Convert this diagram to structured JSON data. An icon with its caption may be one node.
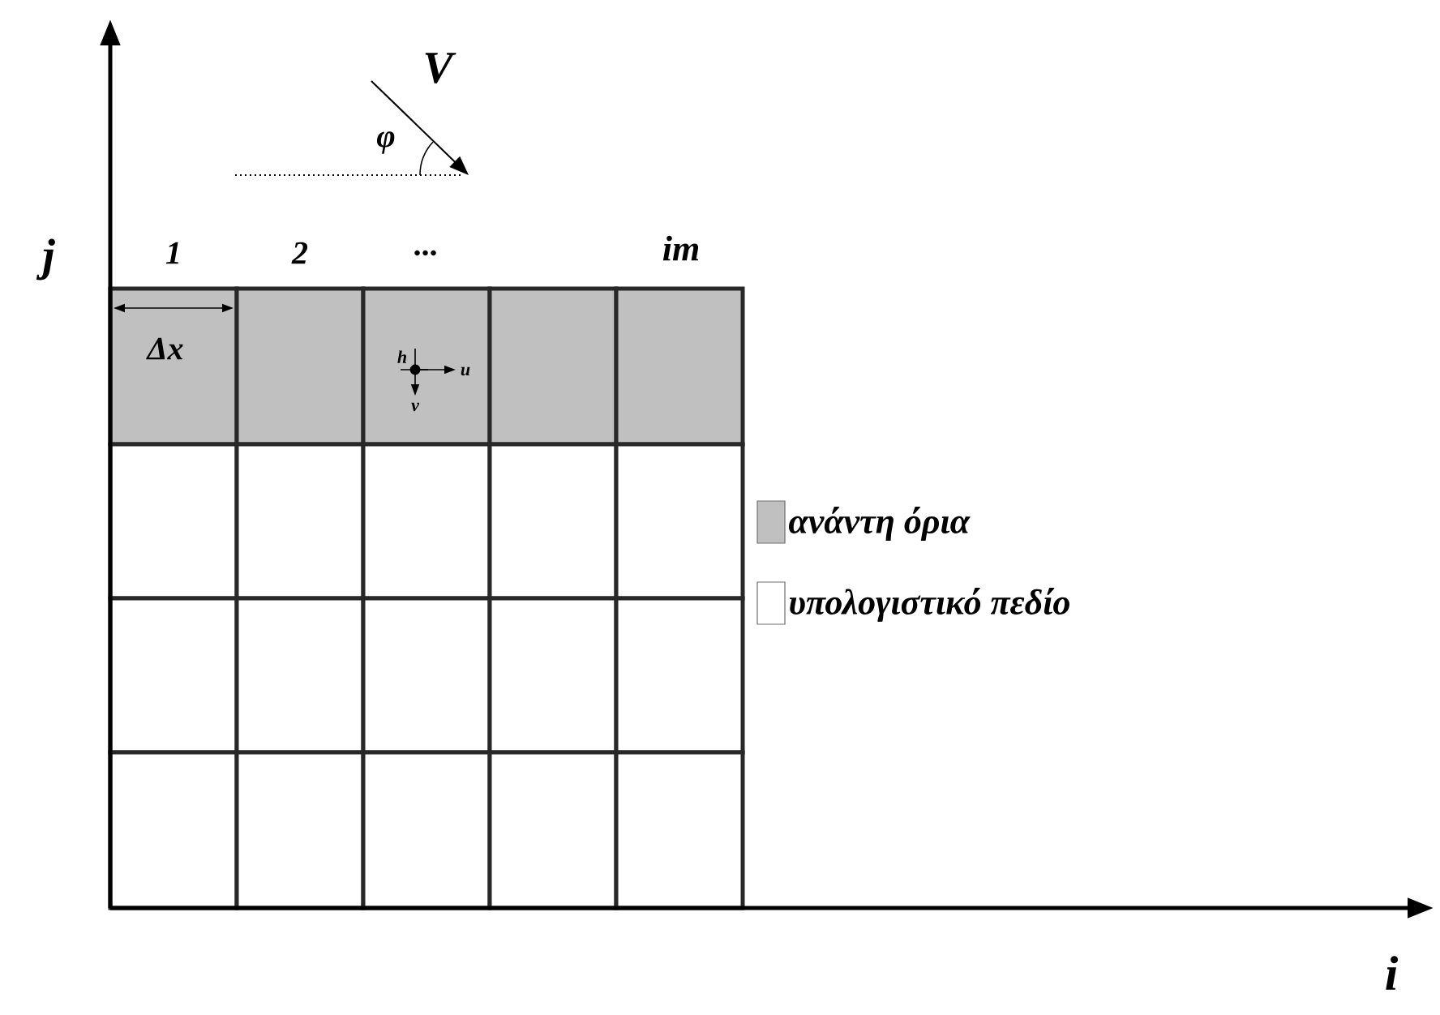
{
  "diagram": {
    "labels": [
      "j",
      "V",
      "φ",
      "1",
      "2",
      "...",
      "im",
      "Δx",
      "h",
      "u",
      "v",
      "i"
    ],
    "legend": [
      {
        "text": "ανάντη όρια",
        "color": "#c0c0c0"
      },
      {
        "text": "υπολογιστικό πεδίο"
      }
    ]
  }
}
